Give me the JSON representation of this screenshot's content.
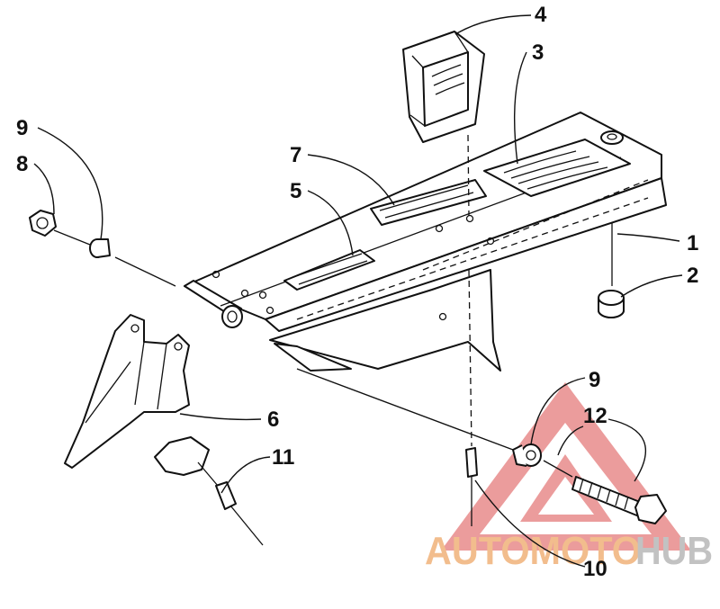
{
  "parts": [
    {
      "id": "part-1",
      "label": "1"
    },
    {
      "id": "part-2",
      "label": "2"
    },
    {
      "id": "part-3",
      "label": "3"
    },
    {
      "id": "part-4",
      "label": "4"
    },
    {
      "id": "part-5",
      "label": "5"
    },
    {
      "id": "part-6",
      "label": "6"
    },
    {
      "id": "part-7",
      "label": "7"
    },
    {
      "id": "part-8",
      "label": "8"
    },
    {
      "id": "part-9-left",
      "label": "9"
    },
    {
      "id": "part-9-right",
      "label": "9"
    },
    {
      "id": "part-10",
      "label": "10"
    },
    {
      "id": "part-11",
      "label": "11"
    },
    {
      "id": "part-12",
      "label": "12"
    }
  ],
  "watermark": {
    "word_a": "AUTOMOTO",
    "word_b": "HUB",
    "color_a": "#f0b27a",
    "color_b": "#b8b8b8",
    "triangle_color": "#e88b8b"
  }
}
